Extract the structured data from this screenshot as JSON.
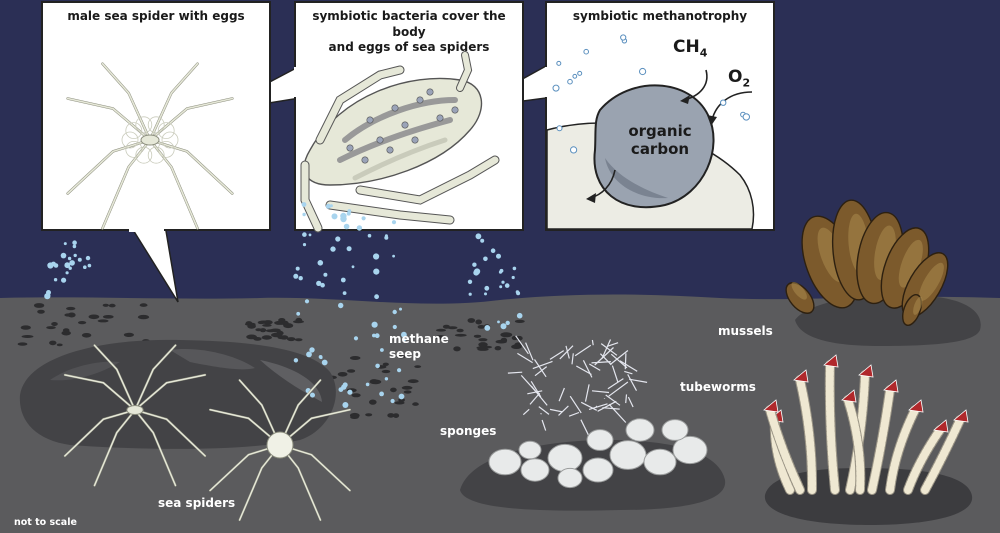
{
  "panels": {
    "left_title": "male sea spider with eggs",
    "middle_title_line1": "symbiotic bacteria cover the body",
    "middle_title_line2": "and eggs of sea spiders",
    "right_title": "symbiotic methanotrophy",
    "ch4_base": "CH",
    "ch4_sub": "4",
    "o2_base": "O",
    "o2_sub": "2",
    "carbon_line1": "organic",
    "carbon_line2": "carbon"
  },
  "labels": {
    "methane_line1": "methane",
    "methane_line2": "seep",
    "mussels": "mussels",
    "tubeworms": "tubeworms",
    "sponges": "sponges",
    "sea_spiders": "sea spiders",
    "scale_note": "not to scale"
  },
  "colors": {
    "sky": "#2b2f55",
    "seafloor": "#5b5b5d",
    "rock": "#434346",
    "panel_border": "#222222",
    "bubble": "#a8d4ee",
    "bubble_dark": "#5a8fbe",
    "carbon_blob": "#9aa3b0",
    "spider": "#e6e8d8",
    "tubeworm_plume": "#b0282b",
    "mussel": "#7c5a2c",
    "sponge": "#e8eaea"
  }
}
